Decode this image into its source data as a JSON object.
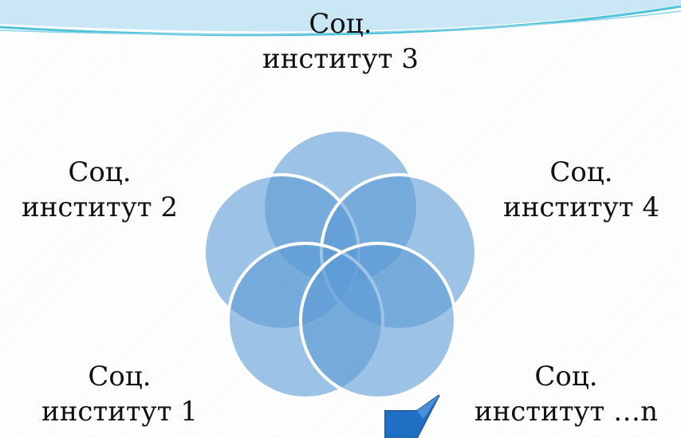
{
  "diagram": {
    "type": "venn-5",
    "colors": {
      "circle_fill": "#5b9bd5",
      "circle_stroke": "#ffffff",
      "swoosh_teal": "#4fc3d9",
      "swoosh_light": "#bfe3f2",
      "arrow_fill": "#1f6fc5"
    },
    "labels": {
      "top": [
        "Соц.",
        "институт 3"
      ],
      "upper_left": [
        "Соц.",
        "институт 2"
      ],
      "upper_right": [
        "Соц.",
        "институт 4"
      ],
      "lower_left": [
        "Соц.",
        "институт 1"
      ],
      "lower_right": [
        "Соц.",
        "институт …n"
      ]
    }
  }
}
